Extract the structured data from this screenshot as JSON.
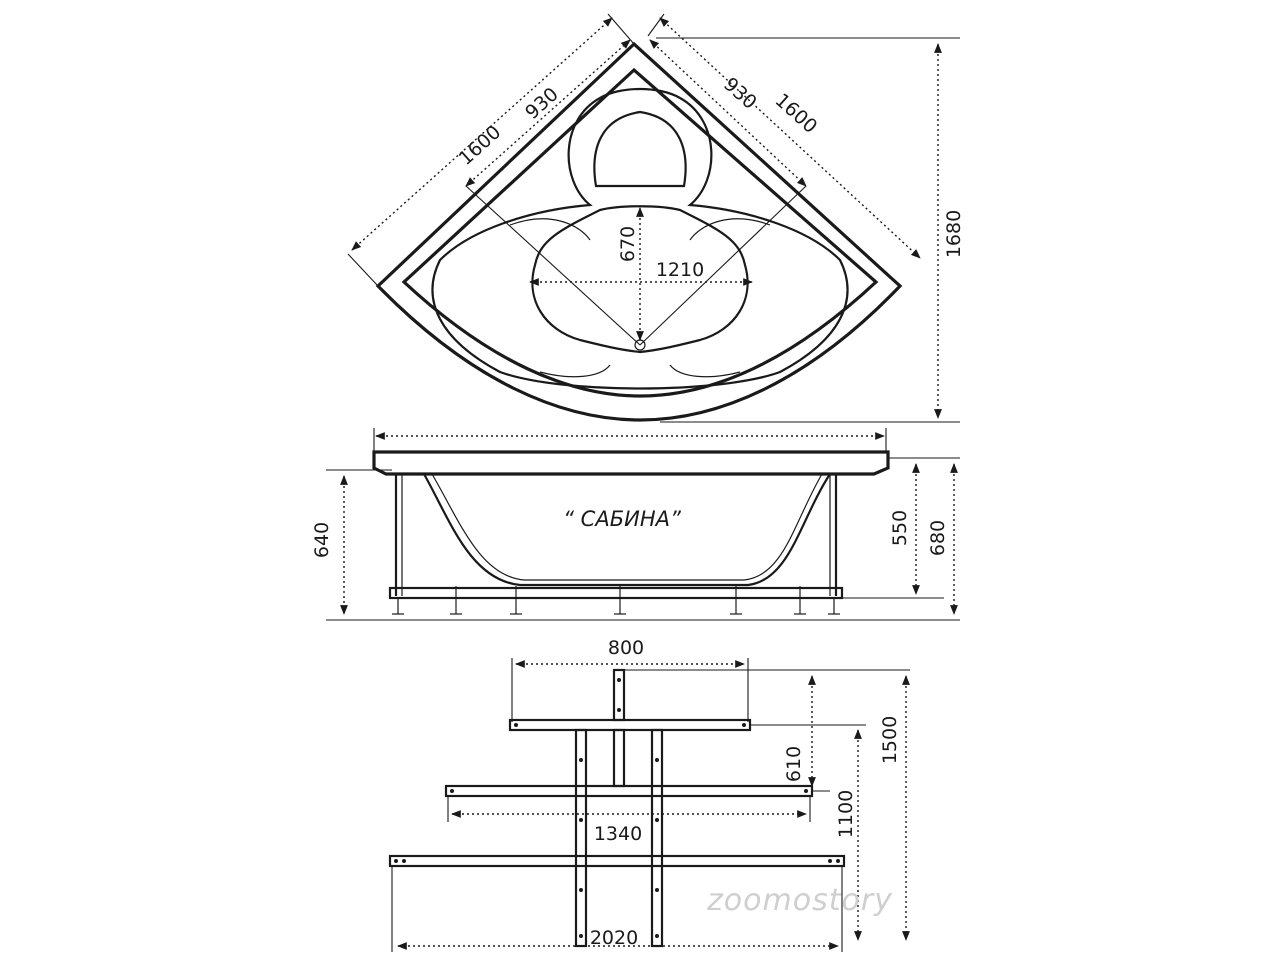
{
  "model_name": "“ САБИНА”",
  "watermark": "zoomostory",
  "top_view": {
    "side_outer": "1600",
    "side_inner": "930",
    "side_outer_right": "1600",
    "side_inner_right": "930",
    "depth": "1680",
    "bowl_width": "1210",
    "bowl_depth": "670"
  },
  "side_view": {
    "total_height": "680",
    "bath_height": "550",
    "leg_height": "640"
  },
  "frame_view": {
    "top_bar": "800",
    "middle_bar": "1340",
    "bottom_bar": "2020",
    "dist_610": "610",
    "dist_1100": "1100",
    "dist_1500": "1500"
  },
  "colors": {
    "line": "#1a1a1a",
    "watermark": "#cfcfcf",
    "background": "#ffffff"
  }
}
